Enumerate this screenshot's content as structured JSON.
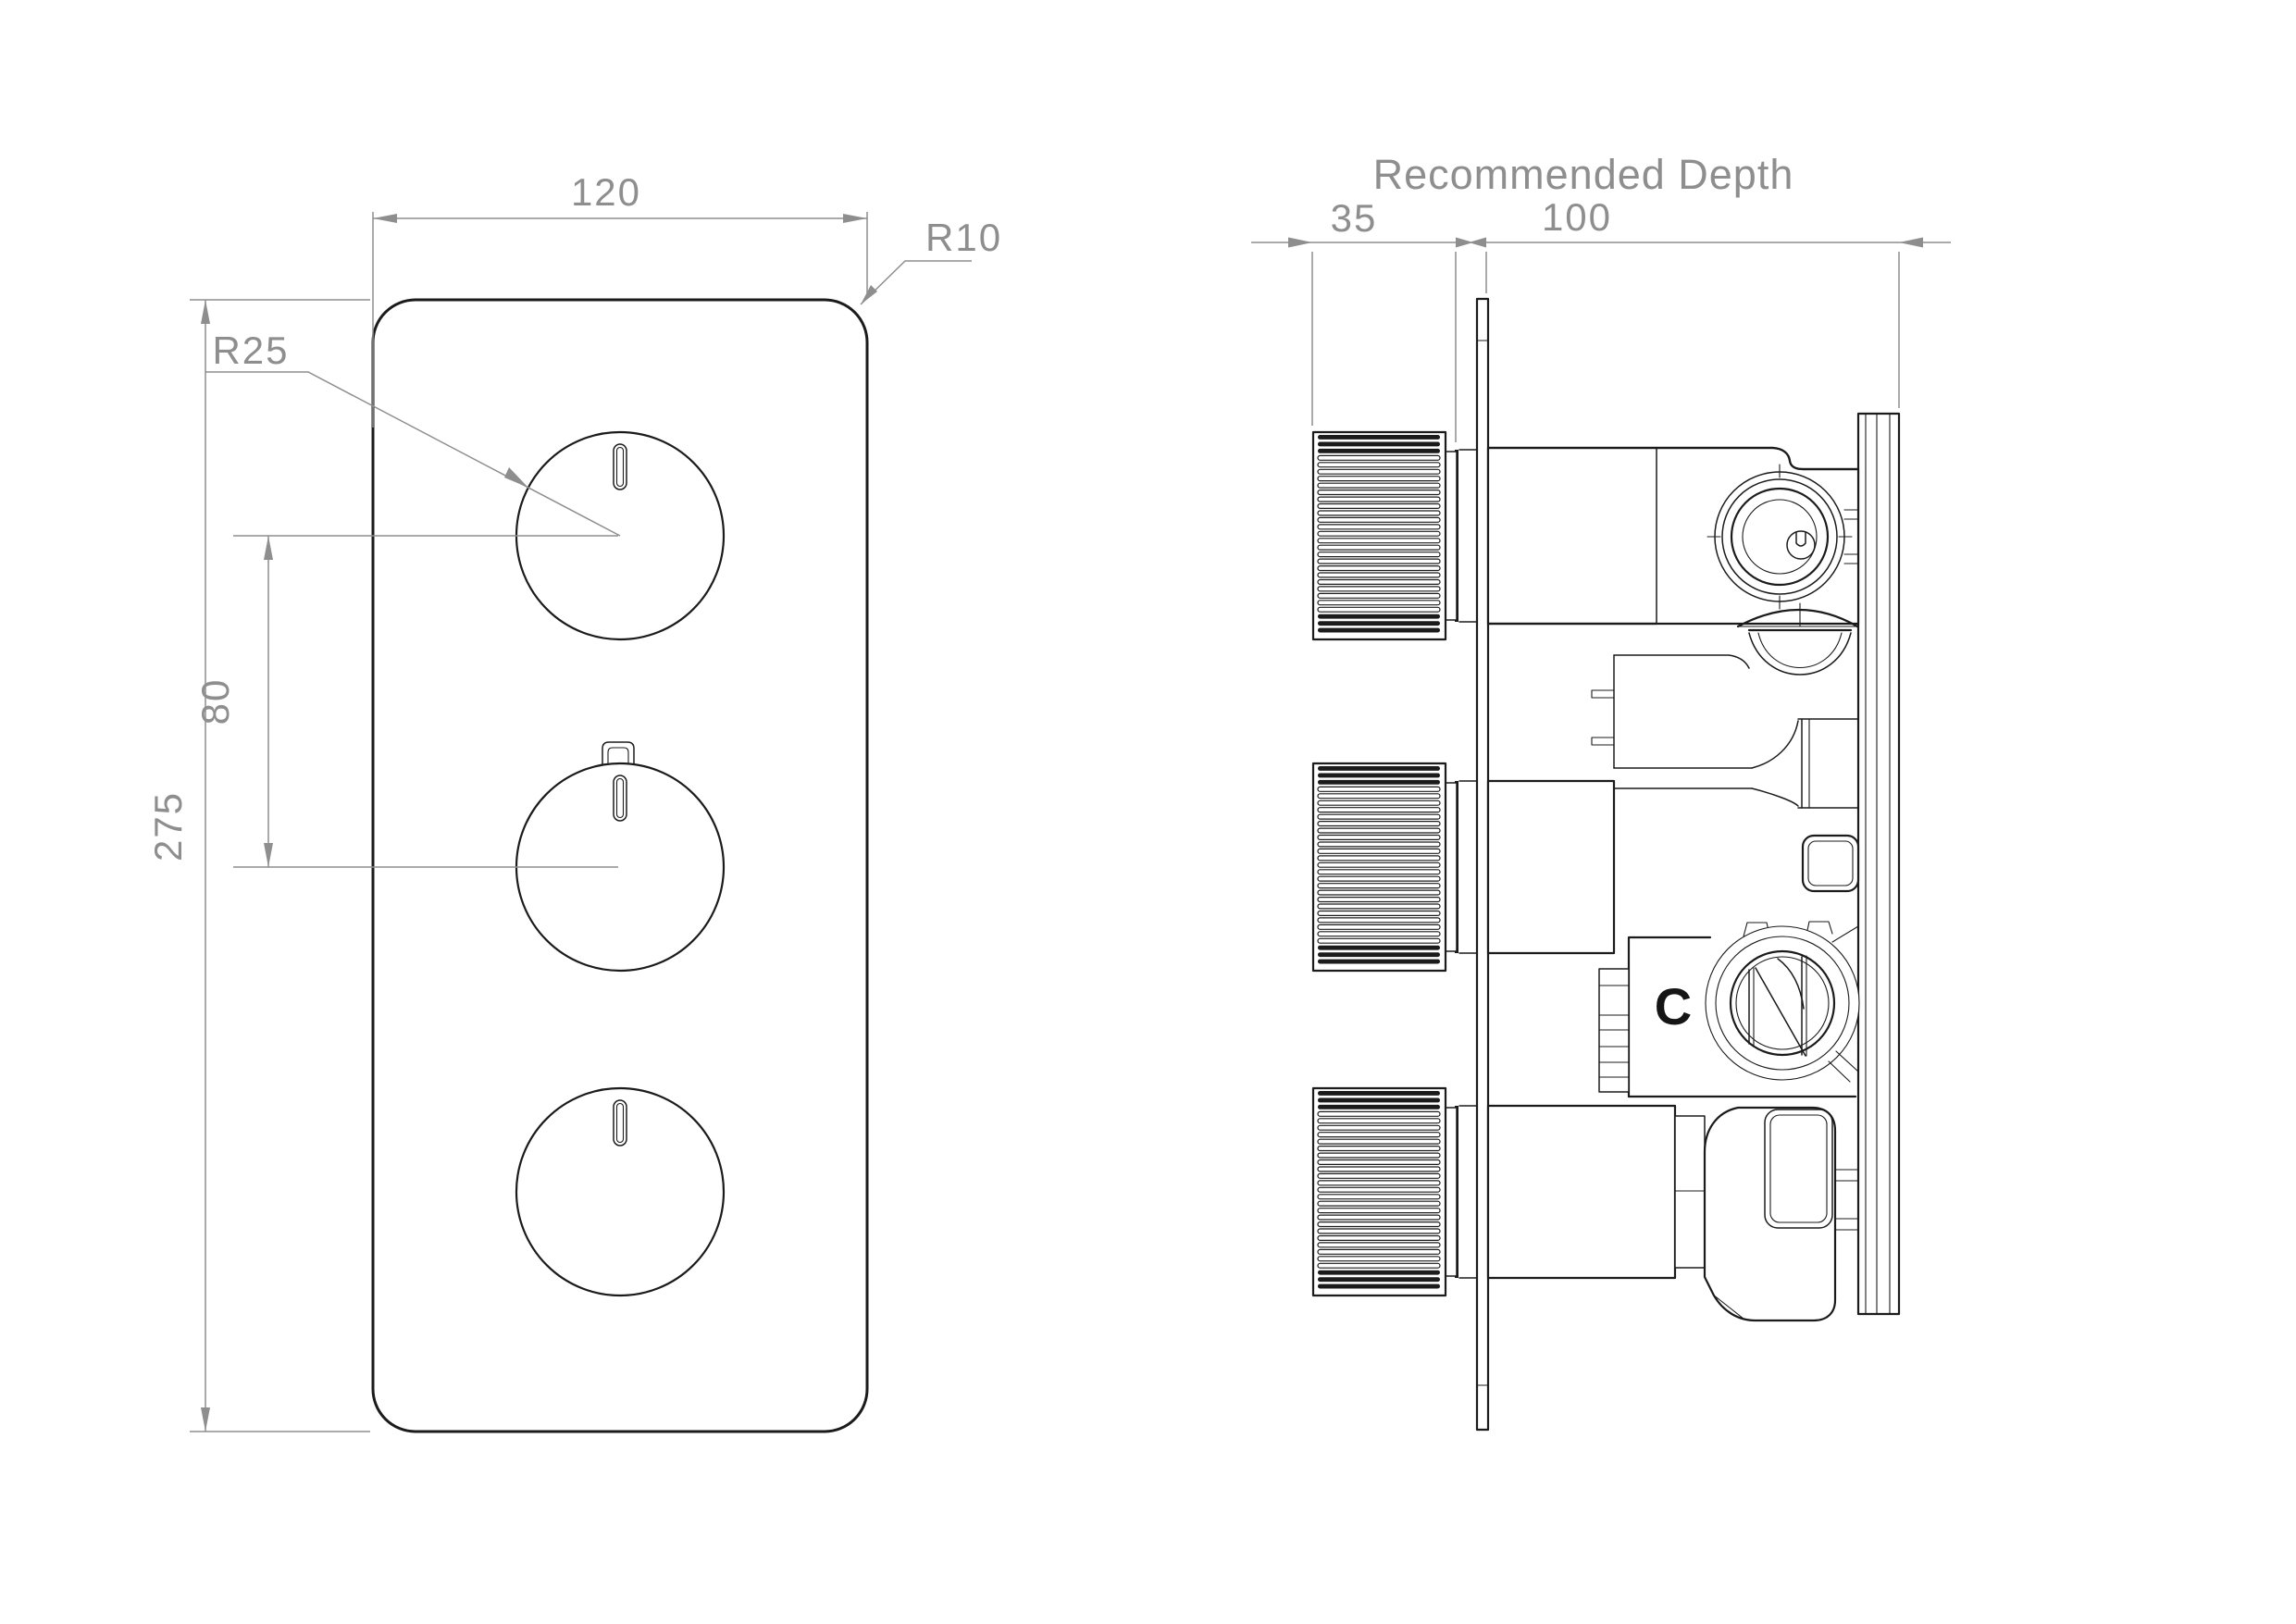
{
  "drawing": {
    "front_view": {
      "width_label": "120",
      "height_label": "275",
      "corner_radius_label": "R10",
      "knob_radius_label": "R25",
      "knob_spacing_label": "80"
    },
    "side_view": {
      "title": "Recommended Depth",
      "protrusion_label": "35",
      "depth_label": "100",
      "body_marking": "C"
    }
  },
  "colors": {
    "line": "#1b1b1b",
    "dim": "#8e8e8e",
    "background": "#ffffff"
  }
}
